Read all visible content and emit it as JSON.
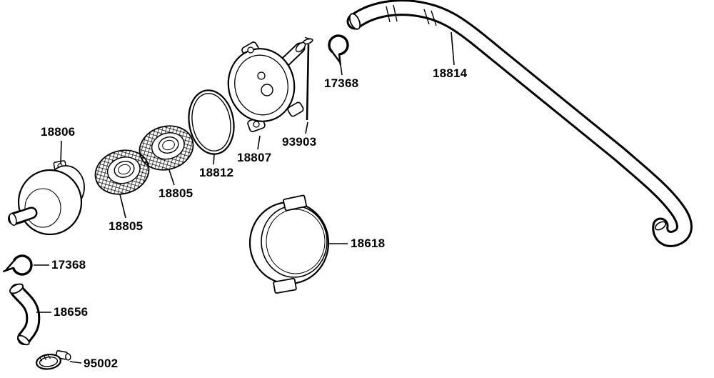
{
  "colors": {
    "background": "#ffffff",
    "line": "#000000",
    "text": "#000000"
  },
  "labels": [
    {
      "text": "18806"
    },
    {
      "text": "18805"
    },
    {
      "text": "18805"
    },
    {
      "text": "18812"
    },
    {
      "text": "18807"
    },
    {
      "text": "93903"
    },
    {
      "text": "17368"
    },
    {
      "text": "18814"
    },
    {
      "text": "18618"
    },
    {
      "text": "17368"
    },
    {
      "text": "18656"
    },
    {
      "text": "95002"
    }
  ]
}
